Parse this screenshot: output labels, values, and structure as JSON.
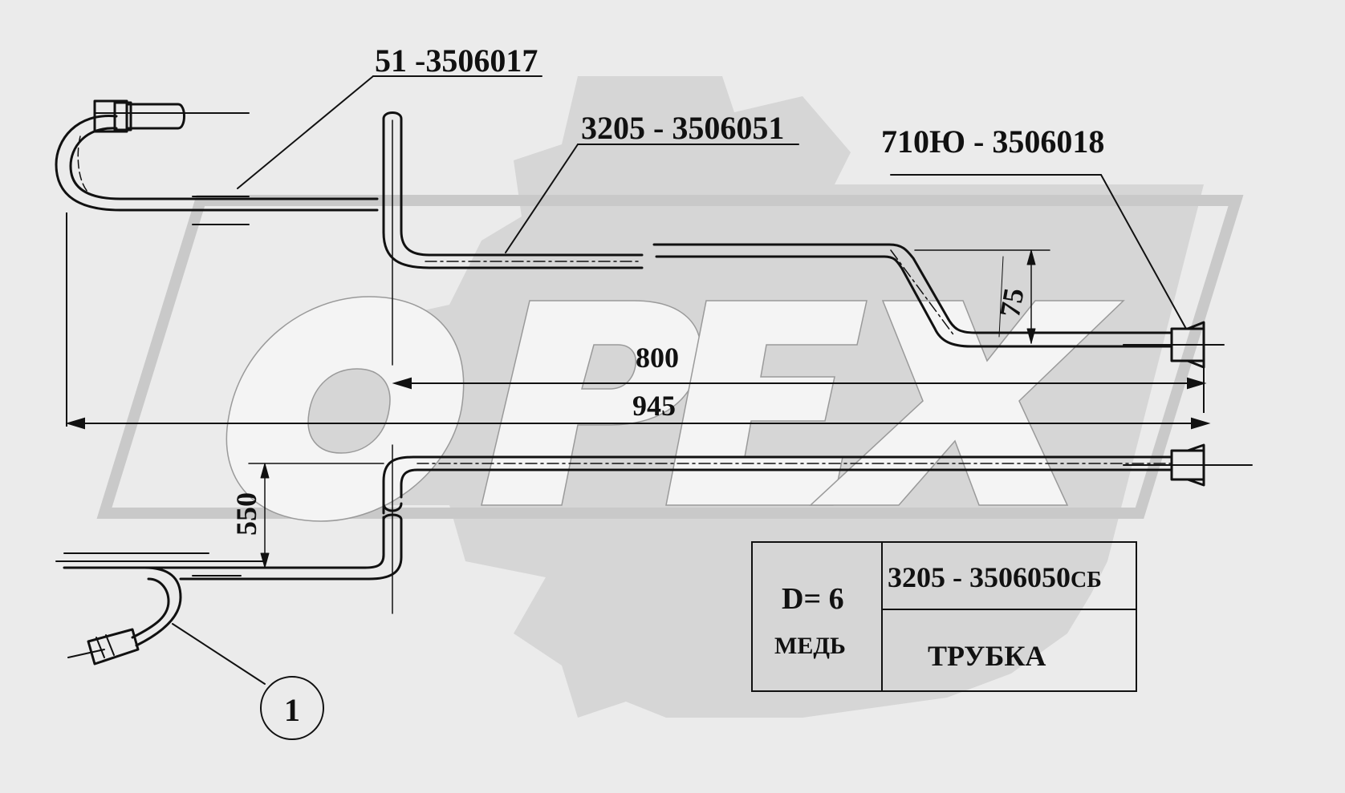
{
  "callouts": {
    "part_51": "51 -3506017",
    "part_3205_051": "3205 - 3506051",
    "part_710": "710Ю - 3506018"
  },
  "dimensions": {
    "d75": "75",
    "d800": "800",
    "d945": "945",
    "d550": "550"
  },
  "title_block": {
    "diameter": "D= 6",
    "material": "МЕДЬ",
    "designation_main": "3205 - 3506050",
    "designation_suffix": "СБ",
    "name": "ТРУБКА"
  },
  "balloon": {
    "number": "1"
  },
  "colors": {
    "background": "#ebebeb",
    "watermark": "#d6d6d6",
    "ink": "#111111"
  }
}
